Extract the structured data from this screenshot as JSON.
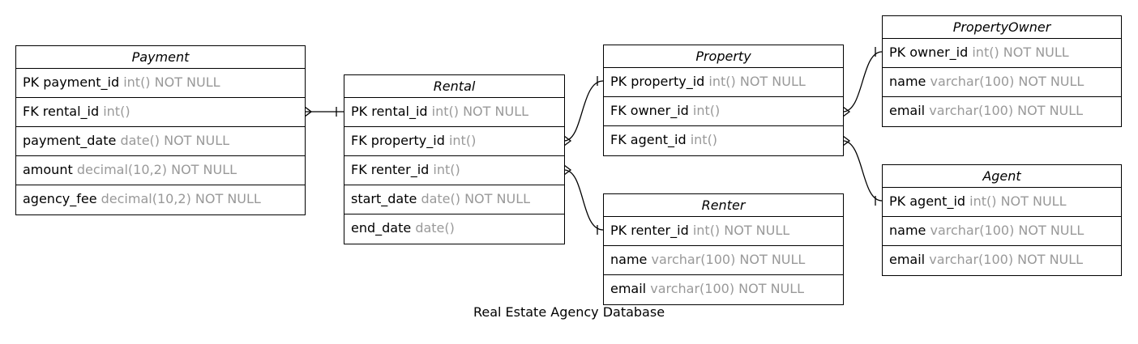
{
  "caption": "Real Estate Agency Database",
  "entities": {
    "payment": {
      "name": "Payment",
      "rows": [
        {
          "label": "PK payment_id",
          "type": "int() NOT NULL"
        },
        {
          "label": "FK rental_id",
          "type": "int()"
        },
        {
          "label": "payment_date",
          "type": "date() NOT NULL"
        },
        {
          "label": "amount",
          "type": "decimal(10,2) NOT NULL"
        },
        {
          "label": "agency_fee",
          "type": "decimal(10,2) NOT NULL"
        }
      ]
    },
    "rental": {
      "name": "Rental",
      "rows": [
        {
          "label": "PK rental_id",
          "type": "int() NOT NULL"
        },
        {
          "label": "FK property_id",
          "type": "int()"
        },
        {
          "label": "FK renter_id",
          "type": "int()"
        },
        {
          "label": "start_date",
          "type": "date() NOT NULL"
        },
        {
          "label": "end_date",
          "type": "date()"
        }
      ]
    },
    "property": {
      "name": "Property",
      "rows": [
        {
          "label": "PK property_id",
          "type": "int() NOT NULL"
        },
        {
          "label": "FK owner_id",
          "type": "int()"
        },
        {
          "label": "FK agent_id",
          "type": "int()"
        }
      ]
    },
    "renter": {
      "name": "Renter",
      "rows": [
        {
          "label": "PK renter_id",
          "type": "int() NOT NULL"
        },
        {
          "label": "name",
          "type": "varchar(100) NOT NULL"
        },
        {
          "label": "email",
          "type": "varchar(100) NOT NULL"
        }
      ]
    },
    "propertyowner": {
      "name": "PropertyOwner",
      "rows": [
        {
          "label": "PK owner_id",
          "type": "int() NOT NULL"
        },
        {
          "label": "name",
          "type": "varchar(100) NOT NULL"
        },
        {
          "label": "email",
          "type": "varchar(100) NOT NULL"
        }
      ]
    },
    "agent": {
      "name": "Agent",
      "rows": [
        {
          "label": "PK agent_id",
          "type": "int() NOT NULL"
        },
        {
          "label": "name",
          "type": "varchar(100) NOT NULL"
        },
        {
          "label": "email",
          "type": "varchar(100) NOT NULL"
        }
      ]
    }
  }
}
